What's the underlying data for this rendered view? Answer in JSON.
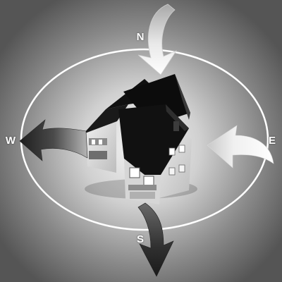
{
  "directions": {
    "north": "N",
    "south": "S",
    "west": "W",
    "east": "E"
  },
  "colors": {
    "background_outer": "#555555",
    "background_inner": "#f4f4f4",
    "ring": "#ffffff",
    "roof": "#151515",
    "wall": "#e2e2e2",
    "arrow_light": "#f2f2f2",
    "arrow_dark": "#2c2c2c"
  },
  "icons": {
    "house": "house-icon",
    "north_arrow": "arrow-down-curved-icon",
    "south_arrow": "arrow-down-curved-icon",
    "west_arrow": "arrow-left-curved-icon",
    "east_arrow": "arrow-left-curved-icon"
  }
}
